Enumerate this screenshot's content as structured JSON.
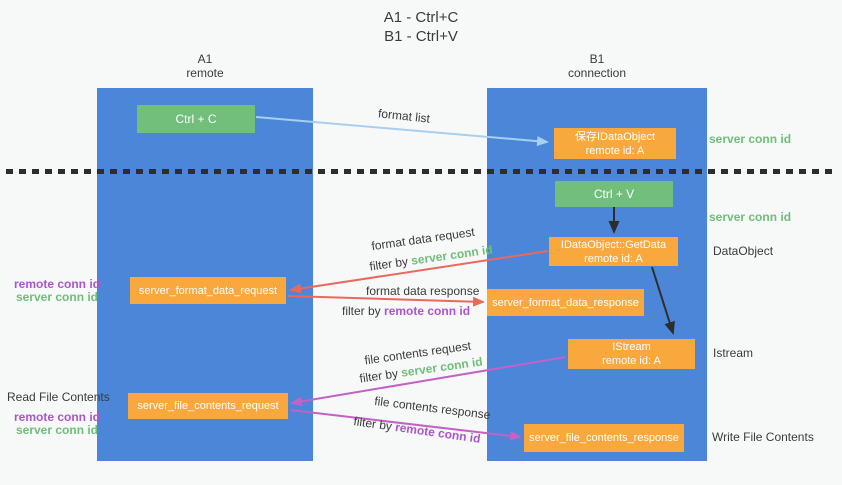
{
  "title": {
    "line1": "A1 - Ctrl+C",
    "line2": "B1 - Ctrl+V"
  },
  "lifelines": {
    "left": {
      "name": "A1",
      "role": "remote"
    },
    "right": {
      "name": "B1",
      "role": "connection"
    }
  },
  "boxes": {
    "ctrl_c": "Ctrl + C",
    "ctrl_v": "Ctrl + V",
    "save_dataobject": {
      "line1": "保存IDataObject",
      "line2": "remote id: A"
    },
    "getdata": {
      "line1": "IDataObject::GetData",
      "line2": "remote id: A"
    },
    "istream": {
      "line1": "IStream",
      "line2": "remote id: A"
    },
    "format_request": "server_format_data_request",
    "format_response": "server_format_data_response",
    "file_request": "server_file_contents_request",
    "file_response": "server_file_contents_response"
  },
  "arrow_labels": {
    "format_list": "format list",
    "format_data_request": "format data request",
    "format_data_response": "format data response",
    "file_contents_request": "file contents request",
    "file_contents_response": "file contents response",
    "filter_by": "filter by"
  },
  "ids": {
    "server_conn_id": "server conn id",
    "remote_conn_id": "remote conn id"
  },
  "side_labels": {
    "read_file_contents": "Read File Contents",
    "write_file_contents": "Write File Contents",
    "dataobject": "DataObject",
    "istream": "Istream"
  },
  "colors": {
    "bg": "#f7f8f8",
    "col-blue": "#4b86d8",
    "box-green": "#72bf7c",
    "box-orange": "#f9a83d",
    "arrow-blue": "#a7d0f0",
    "arrow-red": "#e96a5c",
    "arrow-magenta": "#c262c6",
    "arrow-black": "#2d2d2d",
    "text-dark": "#3b3b3b",
    "green-id": "#6fbe7a",
    "purple-id": "#ac55c9"
  }
}
